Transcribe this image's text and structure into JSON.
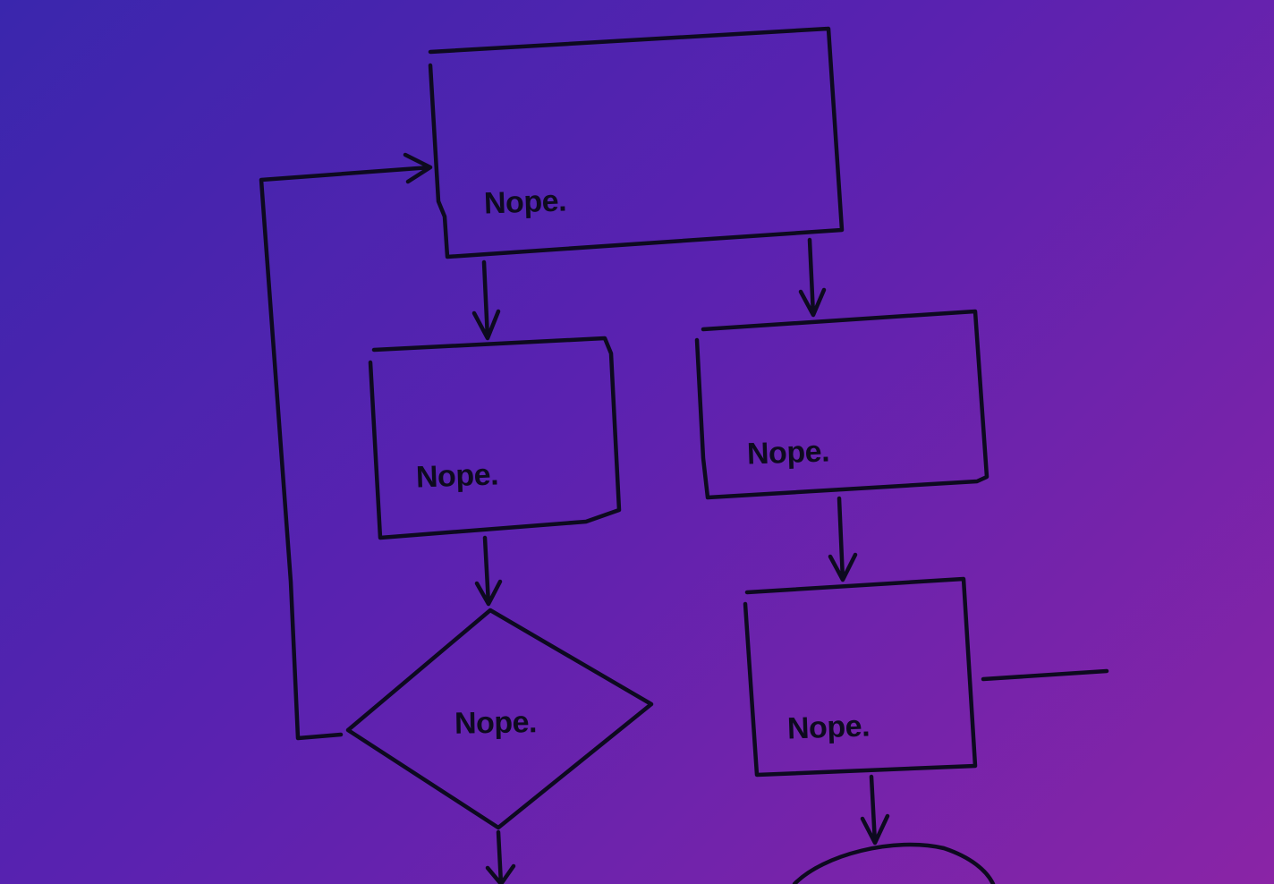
{
  "flowchart": {
    "nodes": [
      {
        "id": "top-box",
        "shape": "rectangle",
        "label": "Nope."
      },
      {
        "id": "left-box",
        "shape": "rectangle",
        "label": "Nope."
      },
      {
        "id": "right-box",
        "shape": "rectangle",
        "label": "Nope."
      },
      {
        "id": "decision",
        "shape": "diamond",
        "label": "Nope."
      },
      {
        "id": "right-lower-box",
        "shape": "rectangle",
        "label": "Nope."
      },
      {
        "id": "bottom-circle",
        "shape": "circle",
        "label": ""
      }
    ],
    "edges": [
      {
        "from": "top-box",
        "to": "left-box"
      },
      {
        "from": "top-box",
        "to": "right-box"
      },
      {
        "from": "left-box",
        "to": "decision"
      },
      {
        "from": "decision",
        "to": "top-box"
      },
      {
        "from": "right-box",
        "to": "right-lower-box"
      },
      {
        "from": "right-lower-box",
        "to": "bottom-circle"
      }
    ]
  },
  "colors": {
    "background_start": "#3a26ad",
    "background_end": "#8a24a6",
    "ink": "#0d0a1f"
  }
}
